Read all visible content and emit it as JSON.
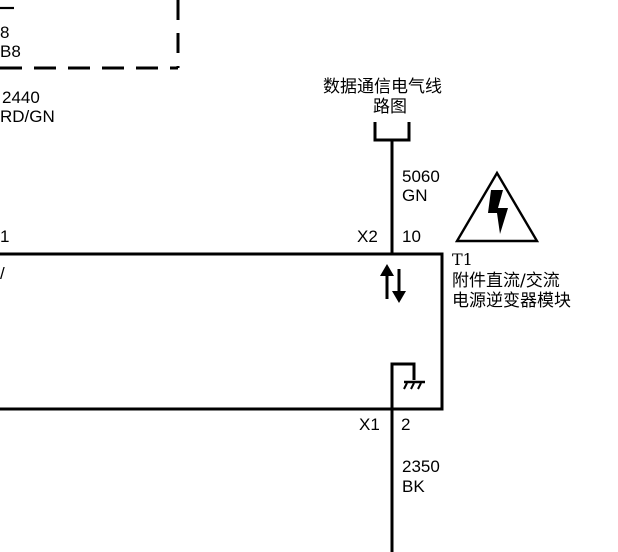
{
  "top_left_component": {
    "pin": "8",
    "connector": "B8"
  },
  "wire_2440": {
    "circuit": "2440",
    "color": "RD/GN"
  },
  "data_link_reference": {
    "line1": "数据通信电气线",
    "line2": "路图"
  },
  "wire_5060": {
    "circuit": "5060",
    "color": "GN"
  },
  "left_pin": "1",
  "left_partial_text": "/",
  "connector_x2": {
    "name": "X2",
    "pin": "10"
  },
  "module": {
    "ref": "T1",
    "name_line1": "附件直流/交流",
    "name_line2": "电源逆变器模块"
  },
  "connector_x1": {
    "name": "X1",
    "pin": "2"
  },
  "wire_2350": {
    "circuit": "2350",
    "color": "BK"
  },
  "icons": [
    "high-voltage-warning-icon",
    "bidirectional-data-arrows-icon",
    "chassis-ground-icon"
  ]
}
